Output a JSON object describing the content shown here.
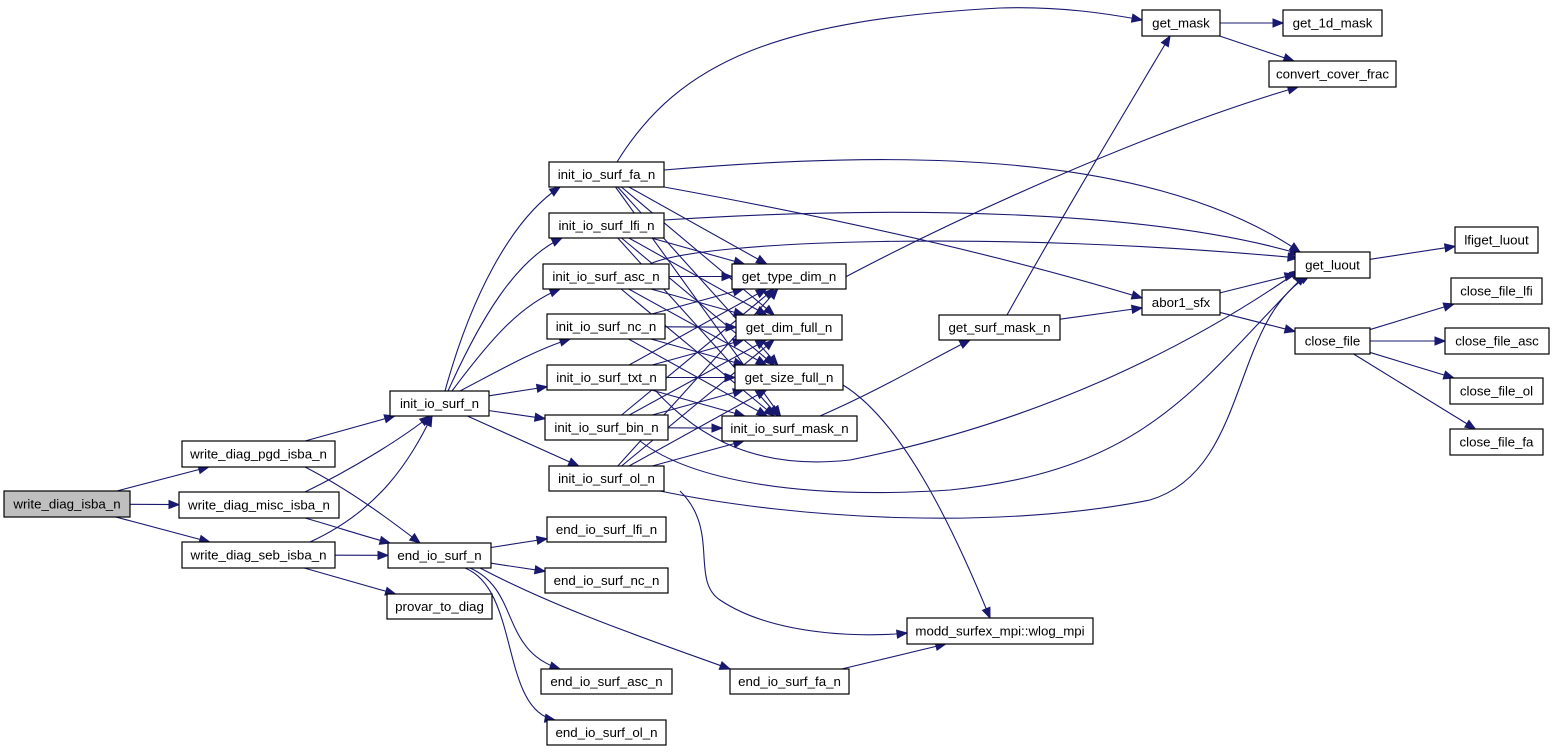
{
  "title": "Call graph of write_diag_isba_n",
  "colors": {
    "edge": "#191970",
    "root_fill": "#bfbfbf",
    "node_fill": "#ffffff",
    "border": "#000000"
  },
  "root": "write_diag_isba_n",
  "nodes": [
    {
      "id": "write_diag_isba_n",
      "label": "write_diag_isba_n",
      "root": true
    },
    {
      "id": "write_diag_pgd_isba_n",
      "label": "write_diag_pgd_isba_n"
    },
    {
      "id": "write_diag_misc_isba_n",
      "label": "write_diag_misc_isba_n"
    },
    {
      "id": "write_diag_seb_isba_n",
      "label": "write_diag_seb_isba_n"
    },
    {
      "id": "init_io_surf_n",
      "label": "init_io_surf_n"
    },
    {
      "id": "end_io_surf_n",
      "label": "end_io_surf_n"
    },
    {
      "id": "provar_to_diag",
      "label": "provar_to_diag"
    },
    {
      "id": "init_io_surf_fa_n",
      "label": "init_io_surf_fa_n"
    },
    {
      "id": "init_io_surf_lfi_n",
      "label": "init_io_surf_lfi_n"
    },
    {
      "id": "init_io_surf_asc_n",
      "label": "init_io_surf_asc_n"
    },
    {
      "id": "init_io_surf_nc_n",
      "label": "init_io_surf_nc_n"
    },
    {
      "id": "init_io_surf_txt_n",
      "label": "init_io_surf_txt_n"
    },
    {
      "id": "init_io_surf_bin_n",
      "label": "init_io_surf_bin_n"
    },
    {
      "id": "init_io_surf_ol_n",
      "label": "init_io_surf_ol_n"
    },
    {
      "id": "end_io_surf_lfi_n",
      "label": "end_io_surf_lfi_n"
    },
    {
      "id": "end_io_surf_nc_n",
      "label": "end_io_surf_nc_n"
    },
    {
      "id": "end_io_surf_asc_n",
      "label": "end_io_surf_asc_n"
    },
    {
      "id": "end_io_surf_ol_n",
      "label": "end_io_surf_ol_n"
    },
    {
      "id": "end_io_surf_fa_n",
      "label": "end_io_surf_fa_n"
    },
    {
      "id": "get_type_dim_n",
      "label": "get_type_dim_n"
    },
    {
      "id": "get_dim_full_n",
      "label": "get_dim_full_n"
    },
    {
      "id": "get_size_full_n",
      "label": "get_size_full_n"
    },
    {
      "id": "init_io_surf_mask_n",
      "label": "init_io_surf_mask_n"
    },
    {
      "id": "get_surf_mask_n",
      "label": "get_surf_mask_n"
    },
    {
      "id": "modd_surfex_mpi_wlog_mpi",
      "label": "modd_surfex_mpi::wlog_mpi"
    },
    {
      "id": "get_mask",
      "label": "get_mask"
    },
    {
      "id": "get_1d_mask",
      "label": "get_1d_mask"
    },
    {
      "id": "convert_cover_frac",
      "label": "convert_cover_frac"
    },
    {
      "id": "abor1_sfx",
      "label": "abor1_sfx"
    },
    {
      "id": "get_luout",
      "label": "get_luout"
    },
    {
      "id": "lfiget_luout",
      "label": "lfiget_luout"
    },
    {
      "id": "close_file",
      "label": "close_file"
    },
    {
      "id": "close_file_lfi",
      "label": "close_file_lfi"
    },
    {
      "id": "close_file_asc",
      "label": "close_file_asc"
    },
    {
      "id": "close_file_ol",
      "label": "close_file_ol"
    },
    {
      "id": "close_file_fa",
      "label": "close_file_fa"
    }
  ],
  "edges": [
    [
      "write_diag_isba_n",
      "write_diag_pgd_isba_n"
    ],
    [
      "write_diag_isba_n",
      "write_diag_misc_isba_n"
    ],
    [
      "write_diag_isba_n",
      "write_diag_seb_isba_n"
    ],
    [
      "write_diag_pgd_isba_n",
      "init_io_surf_n"
    ],
    [
      "write_diag_pgd_isba_n",
      "end_io_surf_n"
    ],
    [
      "write_diag_misc_isba_n",
      "init_io_surf_n"
    ],
    [
      "write_diag_misc_isba_n",
      "end_io_surf_n"
    ],
    [
      "write_diag_seb_isba_n",
      "init_io_surf_n"
    ],
    [
      "write_diag_seb_isba_n",
      "end_io_surf_n"
    ],
    [
      "write_diag_seb_isba_n",
      "provar_to_diag"
    ],
    [
      "init_io_surf_n",
      "init_io_surf_fa_n"
    ],
    [
      "init_io_surf_n",
      "init_io_surf_lfi_n"
    ],
    [
      "init_io_surf_n",
      "init_io_surf_asc_n"
    ],
    [
      "init_io_surf_n",
      "init_io_surf_nc_n"
    ],
    [
      "init_io_surf_n",
      "init_io_surf_txt_n"
    ],
    [
      "init_io_surf_n",
      "init_io_surf_bin_n"
    ],
    [
      "init_io_surf_n",
      "init_io_surf_ol_n"
    ],
    [
      "end_io_surf_n",
      "end_io_surf_lfi_n"
    ],
    [
      "end_io_surf_n",
      "end_io_surf_nc_n"
    ],
    [
      "end_io_surf_n",
      "end_io_surf_asc_n"
    ],
    [
      "end_io_surf_n",
      "end_io_surf_ol_n"
    ],
    [
      "end_io_surf_n",
      "end_io_surf_fa_n"
    ],
    [
      "init_io_surf_fa_n",
      "get_mask"
    ],
    [
      "init_io_surf_fa_n",
      "get_luout"
    ],
    [
      "init_io_surf_fa_n",
      "abor1_sfx"
    ],
    [
      "init_io_surf_fa_n",
      "get_type_dim_n"
    ],
    [
      "init_io_surf_fa_n",
      "get_dim_full_n"
    ],
    [
      "init_io_surf_fa_n",
      "get_size_full_n"
    ],
    [
      "init_io_surf_fa_n",
      "init_io_surf_mask_n"
    ],
    [
      "init_io_surf_lfi_n",
      "get_luout"
    ],
    [
      "init_io_surf_lfi_n",
      "get_type_dim_n"
    ],
    [
      "init_io_surf_lfi_n",
      "get_dim_full_n"
    ],
    [
      "init_io_surf_lfi_n",
      "get_size_full_n"
    ],
    [
      "init_io_surf_lfi_n",
      "init_io_surf_mask_n"
    ],
    [
      "init_io_surf_asc_n",
      "get_luout"
    ],
    [
      "init_io_surf_asc_n",
      "get_type_dim_n"
    ],
    [
      "init_io_surf_asc_n",
      "get_dim_full_n"
    ],
    [
      "init_io_surf_asc_n",
      "get_size_full_n"
    ],
    [
      "init_io_surf_asc_n",
      "init_io_surf_mask_n"
    ],
    [
      "init_io_surf_nc_n",
      "get_type_dim_n"
    ],
    [
      "init_io_surf_nc_n",
      "get_dim_full_n"
    ],
    [
      "init_io_surf_nc_n",
      "get_size_full_n"
    ],
    [
      "init_io_surf_nc_n",
      "init_io_surf_mask_n"
    ],
    [
      "init_io_surf_txt_n",
      "get_type_dim_n"
    ],
    [
      "init_io_surf_txt_n",
      "get_dim_full_n"
    ],
    [
      "init_io_surf_txt_n",
      "get_size_full_n"
    ],
    [
      "init_io_surf_txt_n",
      "init_io_surf_mask_n"
    ],
    [
      "init_io_surf_txt_n",
      "get_luout"
    ],
    [
      "init_io_surf_bin_n",
      "get_type_dim_n"
    ],
    [
      "init_io_surf_bin_n",
      "get_dim_full_n"
    ],
    [
      "init_io_surf_bin_n",
      "get_size_full_n"
    ],
    [
      "init_io_surf_bin_n",
      "init_io_surf_mask_n"
    ],
    [
      "init_io_surf_bin_n",
      "get_luout"
    ],
    [
      "init_io_surf_ol_n",
      "get_type_dim_n"
    ],
    [
      "init_io_surf_ol_n",
      "get_dim_full_n"
    ],
    [
      "init_io_surf_ol_n",
      "get_size_full_n"
    ],
    [
      "init_io_surf_ol_n",
      "init_io_surf_mask_n"
    ],
    [
      "init_io_surf_ol_n",
      "get_luout"
    ],
    [
      "init_io_surf_ol_n",
      "modd_surfex_mpi_wlog_mpi"
    ],
    [
      "get_type_dim_n",
      "convert_cover_frac"
    ],
    [
      "get_size_full_n",
      "modd_surfex_mpi_wlog_mpi"
    ],
    [
      "init_io_surf_mask_n",
      "get_surf_mask_n"
    ],
    [
      "get_surf_mask_n",
      "get_mask"
    ],
    [
      "get_surf_mask_n",
      "abor1_sfx"
    ],
    [
      "end_io_surf_fa_n",
      "modd_surfex_mpi_wlog_mpi"
    ],
    [
      "get_mask",
      "get_1d_mask"
    ],
    [
      "get_mask",
      "convert_cover_frac"
    ],
    [
      "abor1_sfx",
      "get_luout"
    ],
    [
      "abor1_sfx",
      "close_file"
    ],
    [
      "get_luout",
      "lfiget_luout"
    ],
    [
      "close_file",
      "close_file_lfi"
    ],
    [
      "close_file",
      "close_file_asc"
    ],
    [
      "close_file",
      "close_file_ol"
    ],
    [
      "close_file",
      "close_file_fa"
    ]
  ]
}
